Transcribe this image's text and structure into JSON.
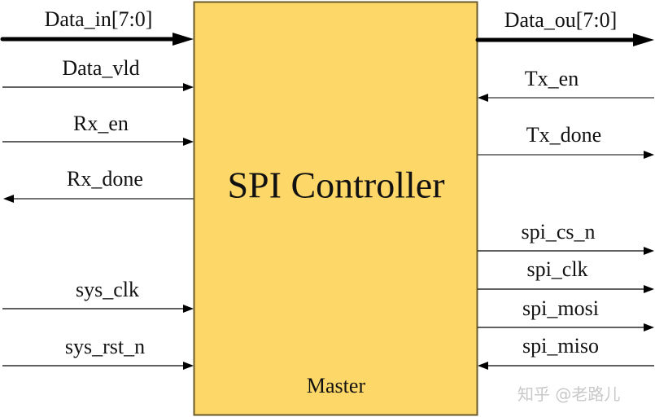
{
  "block": {
    "title": "SPI Controller",
    "subtitle": "Master",
    "fill": "#FDD768",
    "border": "#6b5a2a"
  },
  "left_ports": [
    {
      "label": "Data_in[7:0]",
      "direction": "in",
      "bus": true
    },
    {
      "label": "Data_vld",
      "direction": "in",
      "bus": false
    },
    {
      "label": "Rx_en",
      "direction": "in",
      "bus": false
    },
    {
      "label": "Rx_done",
      "direction": "out",
      "bus": false
    },
    {
      "label": "sys_clk",
      "direction": "in",
      "bus": false
    },
    {
      "label": "sys_rst_n",
      "direction": "in",
      "bus": false
    }
  ],
  "right_ports": [
    {
      "label": "Data_ou[7:0]",
      "direction": "out",
      "bus": true
    },
    {
      "label": "Tx_en",
      "direction": "in",
      "bus": false
    },
    {
      "label": "Tx_done",
      "direction": "out",
      "bus": false
    },
    {
      "label": "spi_cs_n",
      "direction": "out",
      "bus": false
    },
    {
      "label": "spi_clk",
      "direction": "out",
      "bus": false
    },
    {
      "label": "spi_mosi",
      "direction": "out",
      "bus": false
    },
    {
      "label": "spi_miso",
      "direction": "in",
      "bus": false
    }
  ],
  "watermark": "知乎 @老路儿"
}
